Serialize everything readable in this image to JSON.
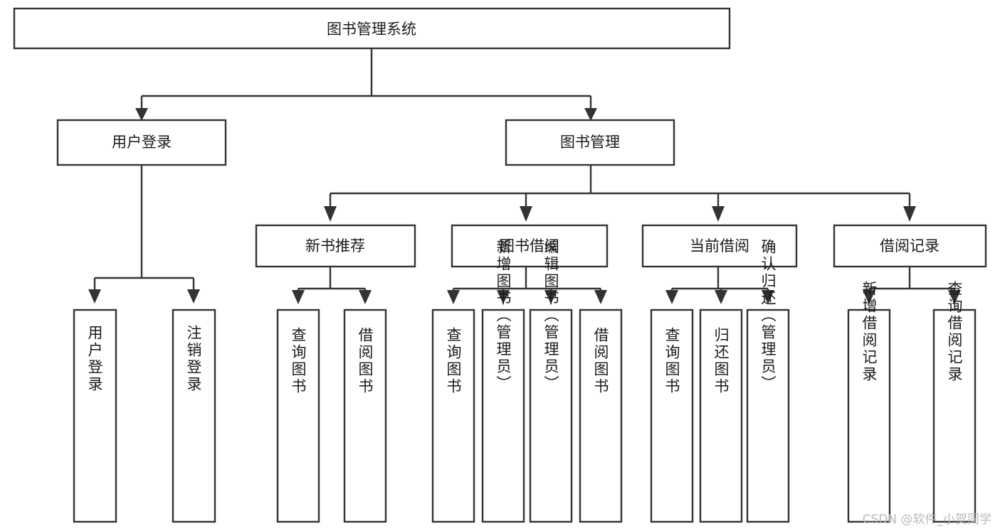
{
  "diagram": {
    "type": "tree-hierarchy-chart",
    "title": "图书管理系统",
    "orientation": "top-down",
    "colors": {
      "box_stroke": "#333333",
      "box_fill": "#ffffff",
      "text": "#1b1b1b",
      "background": "#ffffff",
      "watermark": "#b9b9b9"
    },
    "root": {
      "id": "root",
      "label": "图书管理系统"
    },
    "level2": [
      {
        "id": "user-login",
        "label": "用户登录"
      },
      {
        "id": "book-management",
        "label": "图书管理"
      }
    ],
    "level3": [
      {
        "id": "new-book-recommend",
        "label": "新书推荐",
        "parent": "book-management"
      },
      {
        "id": "book-borrow",
        "label": "图书借阅",
        "parent": "book-management"
      },
      {
        "id": "current-borrow",
        "label": "当前借阅",
        "parent": "book-management"
      },
      {
        "id": "borrow-record",
        "label": "借阅记录",
        "parent": "book-management"
      }
    ],
    "leaves": [
      {
        "id": "leaf-user-login",
        "label": "用户登录",
        "parent": "user-login"
      },
      {
        "id": "leaf-logout-login",
        "label": "注销登录",
        "parent": "user-login"
      },
      {
        "id": "leaf-query-book-1",
        "label": "查询图书",
        "parent": "new-book-recommend"
      },
      {
        "id": "leaf-borrow-book-1",
        "label": "借阅图书",
        "parent": "new-book-recommend"
      },
      {
        "id": "leaf-query-book-2",
        "label": "查询图书",
        "parent": "book-borrow"
      },
      {
        "id": "leaf-add-book",
        "label": "新增图书（管理员）",
        "parent": "book-borrow"
      },
      {
        "id": "leaf-edit-book",
        "label": "编辑图书（管理员）",
        "parent": "book-borrow"
      },
      {
        "id": "leaf-borrow-book-2",
        "label": "借阅图书",
        "parent": "book-borrow"
      },
      {
        "id": "leaf-query-book-3",
        "label": "查询图书",
        "parent": "current-borrow"
      },
      {
        "id": "leaf-return-book",
        "label": "归还图书",
        "parent": "current-borrow"
      },
      {
        "id": "leaf-confirm-return",
        "label": "确认归还（管理员）",
        "parent": "current-borrow"
      },
      {
        "id": "leaf-add-record",
        "label": "新增借阅记录",
        "parent": "borrow-record"
      },
      {
        "id": "leaf-query-record",
        "label": "查询借阅记录",
        "parent": "borrow-record"
      }
    ]
  },
  "watermark": {
    "text": "CSDN @软件_小贺同学"
  }
}
